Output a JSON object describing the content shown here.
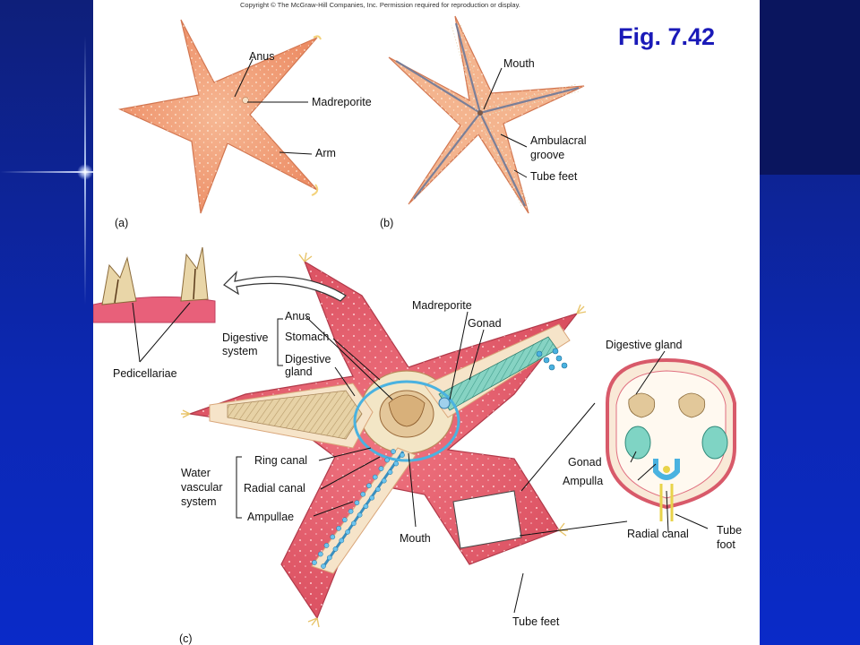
{
  "slide": {
    "figure_title": "Fig. 7.42",
    "copyright": "Copyright © The McGraw-Hill Companies, Inc. Permission required for reproduction or display."
  },
  "panel_a": {
    "tag": "(a)",
    "labels": {
      "anus": "Anus",
      "madreporite": "Madreporite",
      "arm": "Arm"
    }
  },
  "panel_b": {
    "tag": "(b)",
    "labels": {
      "mouth": "Mouth",
      "ambulacral_1": "Ambulacral",
      "ambulacral_2": "groove",
      "tube_feet": "Tube feet"
    }
  },
  "panel_c": {
    "tag": "(c)",
    "labels": {
      "pedicellariae": "Pedicellariae",
      "madreporite": "Madreporite",
      "gonad": "Gonad",
      "anus": "Anus",
      "stomach": "Stomach",
      "digestive_gland": "Digestive gland",
      "digestive_gland_1": "Digestive",
      "digestive_gland_2": "gland",
      "digestive_system_1": "Digestive",
      "digestive_system_2": "system",
      "ring_canal": "Ring canal",
      "radial_canal": "Radial canal",
      "ampullae": "Ampullae",
      "water_vascular_1": "Water",
      "water_vascular_2": "vascular",
      "water_vascular_3": "system",
      "mouth": "Mouth",
      "tube_feet": "Tube feet"
    },
    "cross_section": {
      "digestive_gland": "Digestive gland",
      "gonad": "Gonad",
      "ampulla": "Ampulla",
      "radial_canal": "Radial canal",
      "tube_foot_1": "Tube",
      "tube_foot_2": "foot"
    }
  },
  "colors": {
    "slide_background": "#0a2ac8",
    "title": "#1a1ab8",
    "star_orange": "#f2a27a",
    "star_red": "#e05a6a",
    "digestive_gland": "#e8d3a8",
    "gonad": "#7fcfc0",
    "water_vascular": "#4ab2e0"
  }
}
